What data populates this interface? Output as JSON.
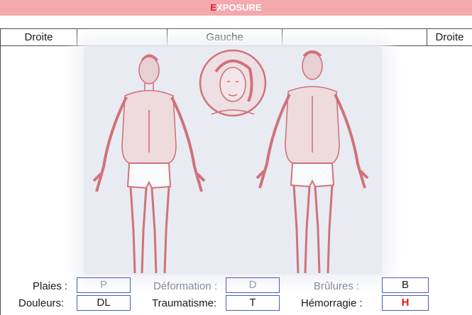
{
  "header": {
    "first_letter": "E",
    "rest": "XPOSURE"
  },
  "columns": {
    "left": "Droite",
    "center": "Gauche",
    "right": "Droite"
  },
  "body_chart": {
    "description_icon": "human-body-front-back-icon"
  },
  "legend": {
    "plaies": {
      "label": "Plaies :",
      "code": "P"
    },
    "deformation": {
      "label": "Déformation :",
      "code": "D"
    },
    "brulures": {
      "label": "Brûlures :",
      "code": "B"
    },
    "douleurs": {
      "label": "Douleurs:",
      "code": "DL"
    },
    "traumatisme": {
      "label": "Traumatisme:",
      "code": "T"
    },
    "hemorragie": {
      "label": "Hémorragie :",
      "code": "H"
    }
  },
  "colors": {
    "header_bg": "#f4a9ad",
    "accent": "#d81f26",
    "body": "#c84a52"
  }
}
